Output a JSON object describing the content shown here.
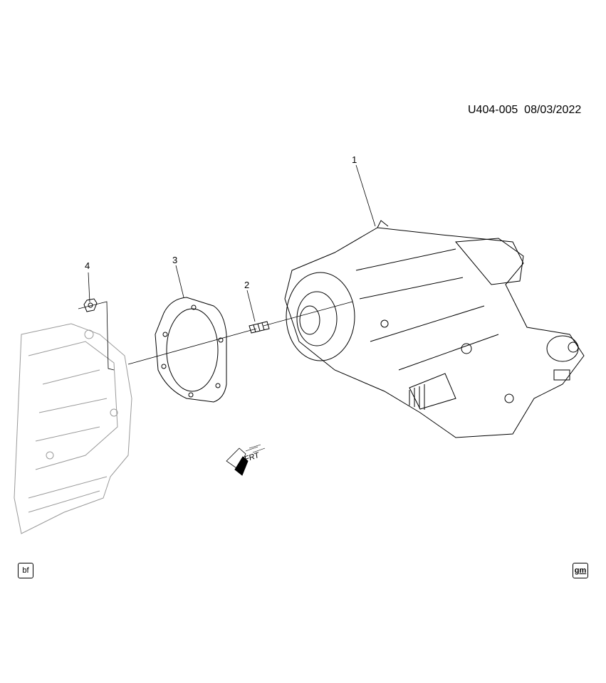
{
  "header": {
    "illustration_ref": "U404-005",
    "date": "08/03/2022"
  },
  "callouts": [
    "1",
    "2",
    "3",
    "4"
  ],
  "direction_arrow": {
    "label": "FRT"
  },
  "footer": {
    "left_badge": "bf",
    "right_badge": "gm"
  }
}
